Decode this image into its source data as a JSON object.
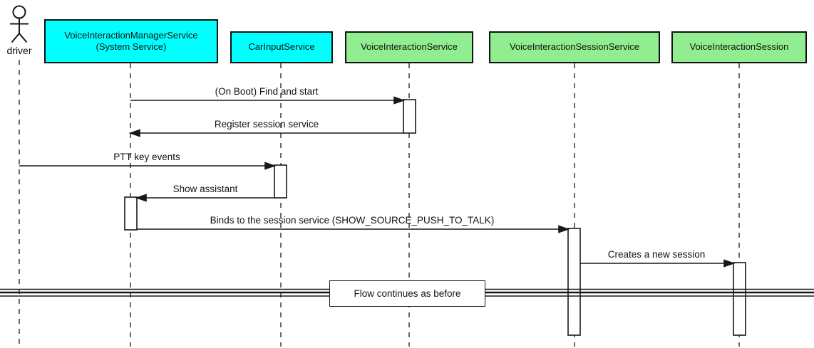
{
  "diagram": {
    "type": "uml-sequence-diagram",
    "colors": {
      "participant_cyan": "#00FFFF",
      "participant_green": "#90EE90",
      "border": "#111111",
      "line": "#181818",
      "background": "#FFFFFF"
    },
    "actor": {
      "name": "driver"
    },
    "participants": [
      {
        "id": "vims",
        "label": "VoiceInteractionManagerService",
        "label_line2": "(System Service)",
        "color": "#00FFFF"
      },
      {
        "id": "carinput",
        "label": "CarInputService",
        "color": "#00FFFF"
      },
      {
        "id": "vis",
        "label": "VoiceInteractionService",
        "color": "#90EE90"
      },
      {
        "id": "viss",
        "label": "VoiceInteractionSessionService",
        "color": "#90EE90"
      },
      {
        "id": "visession",
        "label": "VoiceInteractionSession",
        "color": "#90EE90"
      }
    ],
    "messages": [
      {
        "from": "vims",
        "to": "vis",
        "label": "(On Boot) Find and start"
      },
      {
        "from": "vis",
        "to": "vims",
        "label": "Register session service"
      },
      {
        "from": "driver",
        "to": "carinput",
        "label": "PTT key events"
      },
      {
        "from": "carinput",
        "to": "vims",
        "label": "Show assistant"
      },
      {
        "from": "vims",
        "to": "viss",
        "label": "Binds to the session service (SHOW_SOURCE_PUSH_TO_TALK)"
      },
      {
        "from": "viss",
        "to": "visession",
        "label": "Creates a new session"
      }
    ],
    "divider": {
      "label": "Flow continues as before"
    }
  }
}
